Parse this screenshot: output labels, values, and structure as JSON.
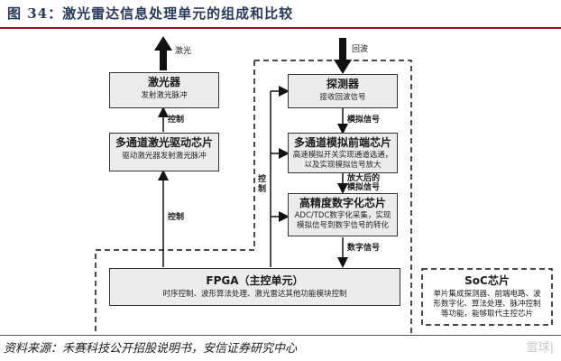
{
  "title": "图 34：激光雷达信息处理单元的组成和比较",
  "source": "资料来源：禾赛科技公开招股说明书，安信证券研究中心",
  "watermark": "雪球|",
  "io": {
    "laser_out": "激光",
    "echo_in": "回波"
  },
  "boxes": {
    "laser": {
      "title": "激光器",
      "sub": "发射激光脉冲"
    },
    "driver": {
      "title": "多通道激光驱动芯片",
      "sub": "驱动激光器发射激光脉冲"
    },
    "detector": {
      "title": "探测器",
      "sub": "接收回波信号"
    },
    "afe": {
      "title": "多通道模拟前端芯片",
      "sub1": "高速模拟开关实现通道选通，",
      "sub2": "以及实现模拟信号放大"
    },
    "adc": {
      "title": "高精度数字化芯片",
      "sub1": "ADC/TDC数字化采集，实现",
      "sub2": "模拟信号到数字信号的转化"
    },
    "fpga": {
      "title": "FPGA（主控单元）",
      "sub": "时序控制、波形算法处理、激光雷达其他功能模块控制"
    },
    "soc": {
      "title": "SoC芯片",
      "sub1": "单片集成探测器、前端电路、波",
      "sub2": "形数字化、算法处理、脉冲控制",
      "sub3": "等功能，能够取代主控芯片"
    }
  },
  "labels": {
    "control_top": "控制",
    "control_mid": "控制",
    "analog_signal": "模拟信号",
    "amplified_l1": "放大后的",
    "amplified_l2": "模拟信号",
    "digital_signal": "数字信号",
    "control_right": "控制"
  }
}
